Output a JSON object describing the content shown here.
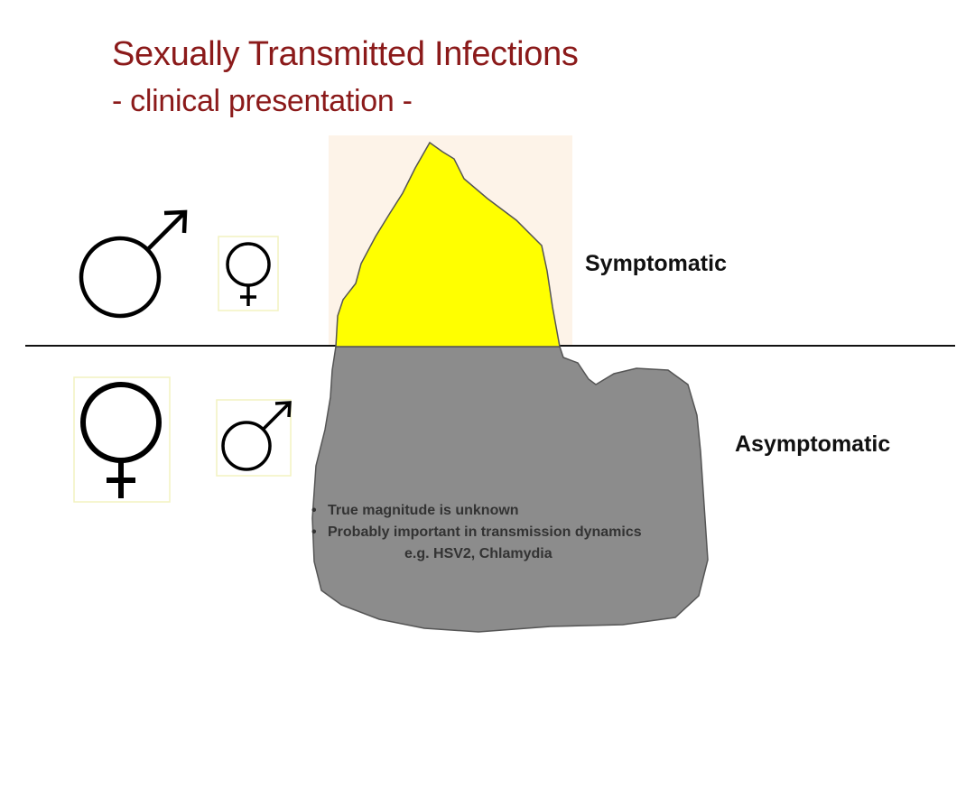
{
  "title": "Sexually Transmitted Infections",
  "subtitle": "- clinical presentation -",
  "labels": {
    "symptomatic": "Symptomatic",
    "asymptomatic": "Asymptomatic"
  },
  "notes": {
    "bullets": [
      "True magnitude is unknown",
      "Probably important in transmission dynamics"
    ],
    "example": "e.g. HSV2, Chlamydia"
  },
  "icons": {
    "upper_row": [
      "male-symbol-icon",
      "female-symbol-icon"
    ],
    "lower_row": [
      "female-symbol-icon",
      "male-symbol-icon"
    ]
  },
  "colors": {
    "title": "#8b1a1a",
    "tip_fill": "#ffff00",
    "submerged_fill": "#8c8c8c",
    "highlight_box": "#fdf3e8"
  }
}
